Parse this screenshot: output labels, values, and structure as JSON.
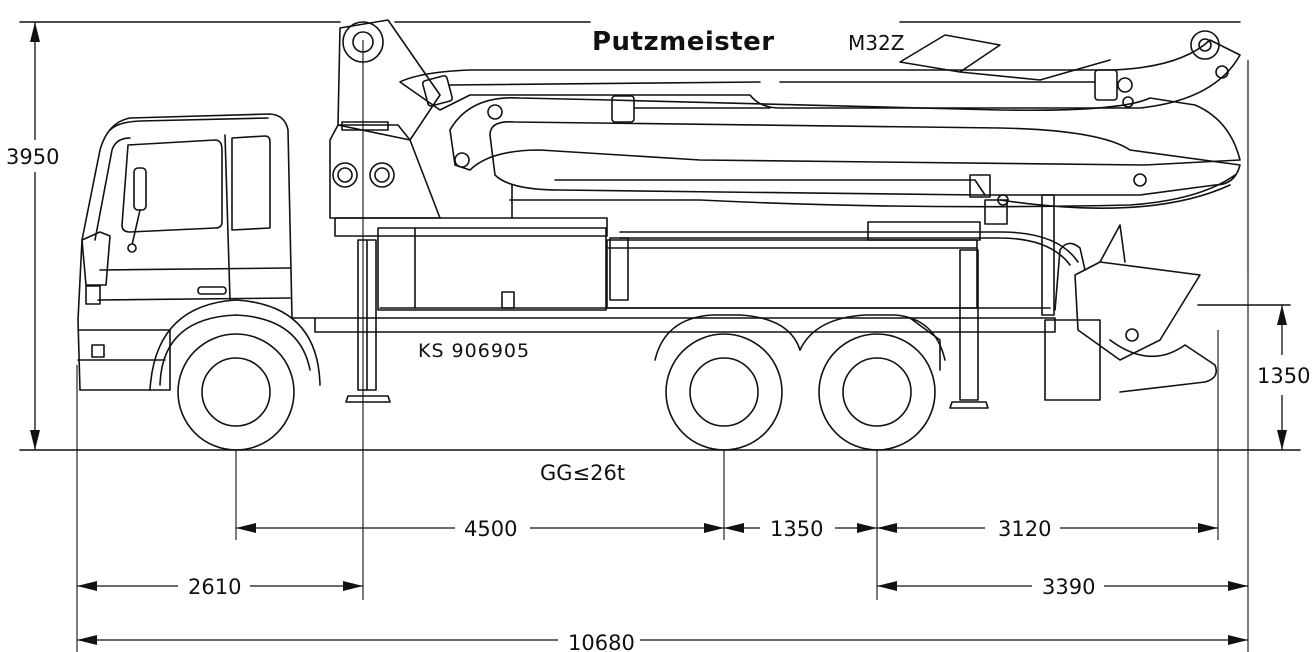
{
  "machine": {
    "brand": "Putzmeister",
    "model": "M32Z",
    "plate": "KS 906905",
    "weight_label": "GG≤26t"
  },
  "dimensions": {
    "height_total": "3950",
    "hopper_height": "1350",
    "front_axle_to_rear_axle_1": "4500",
    "rear_axle_spacing": "1350",
    "rear_axle_to_outrigger": "3120",
    "front_overhang_to_outrigger": "2610",
    "rear_axle_to_end": "3390",
    "total_length": "10680"
  }
}
